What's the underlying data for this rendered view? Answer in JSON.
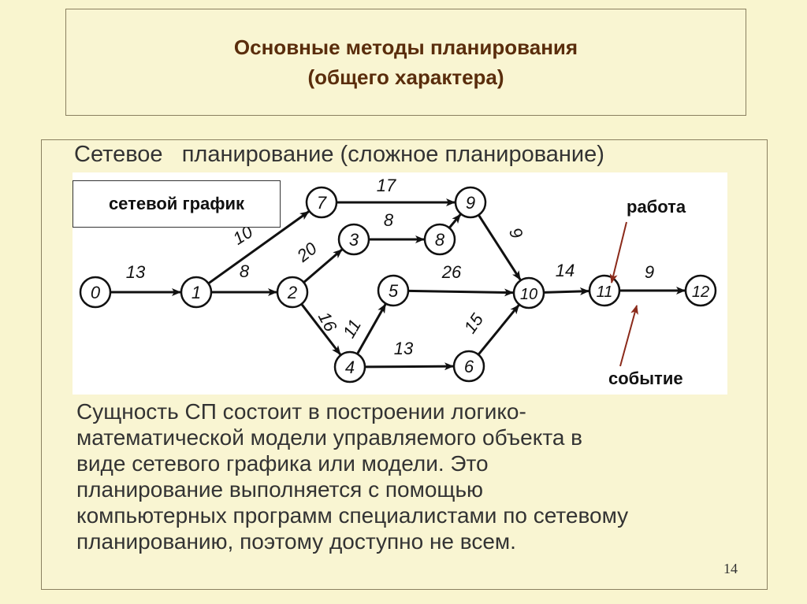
{
  "title": {
    "line1": "Основные методы планирования",
    "line2": "(общего характера)"
  },
  "subtitle": "Сетевое   планирование (сложное планирование)",
  "diagram": {
    "graph_label": "сетевой график",
    "work_label": "работа",
    "event_label": "событие",
    "nodes": [
      {
        "id": "0",
        "label": "0"
      },
      {
        "id": "1",
        "label": "1"
      },
      {
        "id": "2",
        "label": "2"
      },
      {
        "id": "3",
        "label": "3"
      },
      {
        "id": "4",
        "label": "4"
      },
      {
        "id": "5",
        "label": "5"
      },
      {
        "id": "6",
        "label": "6"
      },
      {
        "id": "7",
        "label": "7"
      },
      {
        "id": "8",
        "label": "8"
      },
      {
        "id": "9",
        "label": "9"
      },
      {
        "id": "10",
        "label": "10"
      },
      {
        "id": "11",
        "label": "11"
      },
      {
        "id": "12",
        "label": "12"
      }
    ],
    "edges": [
      {
        "from": "0",
        "to": "1",
        "label": "13"
      },
      {
        "from": "1",
        "to": "7",
        "label": "10"
      },
      {
        "from": "1",
        "to": "2",
        "label": "8"
      },
      {
        "from": "7",
        "to": "9",
        "label": "17"
      },
      {
        "from": "2",
        "to": "3",
        "label": "20"
      },
      {
        "from": "3",
        "to": "8",
        "label": "8"
      },
      {
        "from": "8",
        "to": "9",
        "label": ""
      },
      {
        "from": "9",
        "to": "10",
        "label": "9"
      },
      {
        "from": "2",
        "to": "4",
        "label": "16"
      },
      {
        "from": "4",
        "to": "5",
        "label": "11"
      },
      {
        "from": "5",
        "to": "10",
        "label": "26"
      },
      {
        "from": "4",
        "to": "6",
        "label": "13"
      },
      {
        "from": "6",
        "to": "10",
        "label": "15"
      },
      {
        "from": "10",
        "to": "11",
        "label": "14"
      },
      {
        "from": "11",
        "to": "12",
        "label": "9"
      }
    ]
  },
  "body": {
    "lines": [
      "Сущность СП состоит в построении логико-",
      "математической модели управляемого объекта в",
      "виде сетевого графика или модели. Это",
      "планирование выполняется с помощью",
      "компьютерных программ специалистами по сетевому",
      "планированию, поэтому доступно не всем."
    ]
  },
  "page_number": "14",
  "colors": {
    "title_text": "#5a2d0c",
    "callout_arrow": "#8b2a1a",
    "background": "#f9f5cf"
  }
}
